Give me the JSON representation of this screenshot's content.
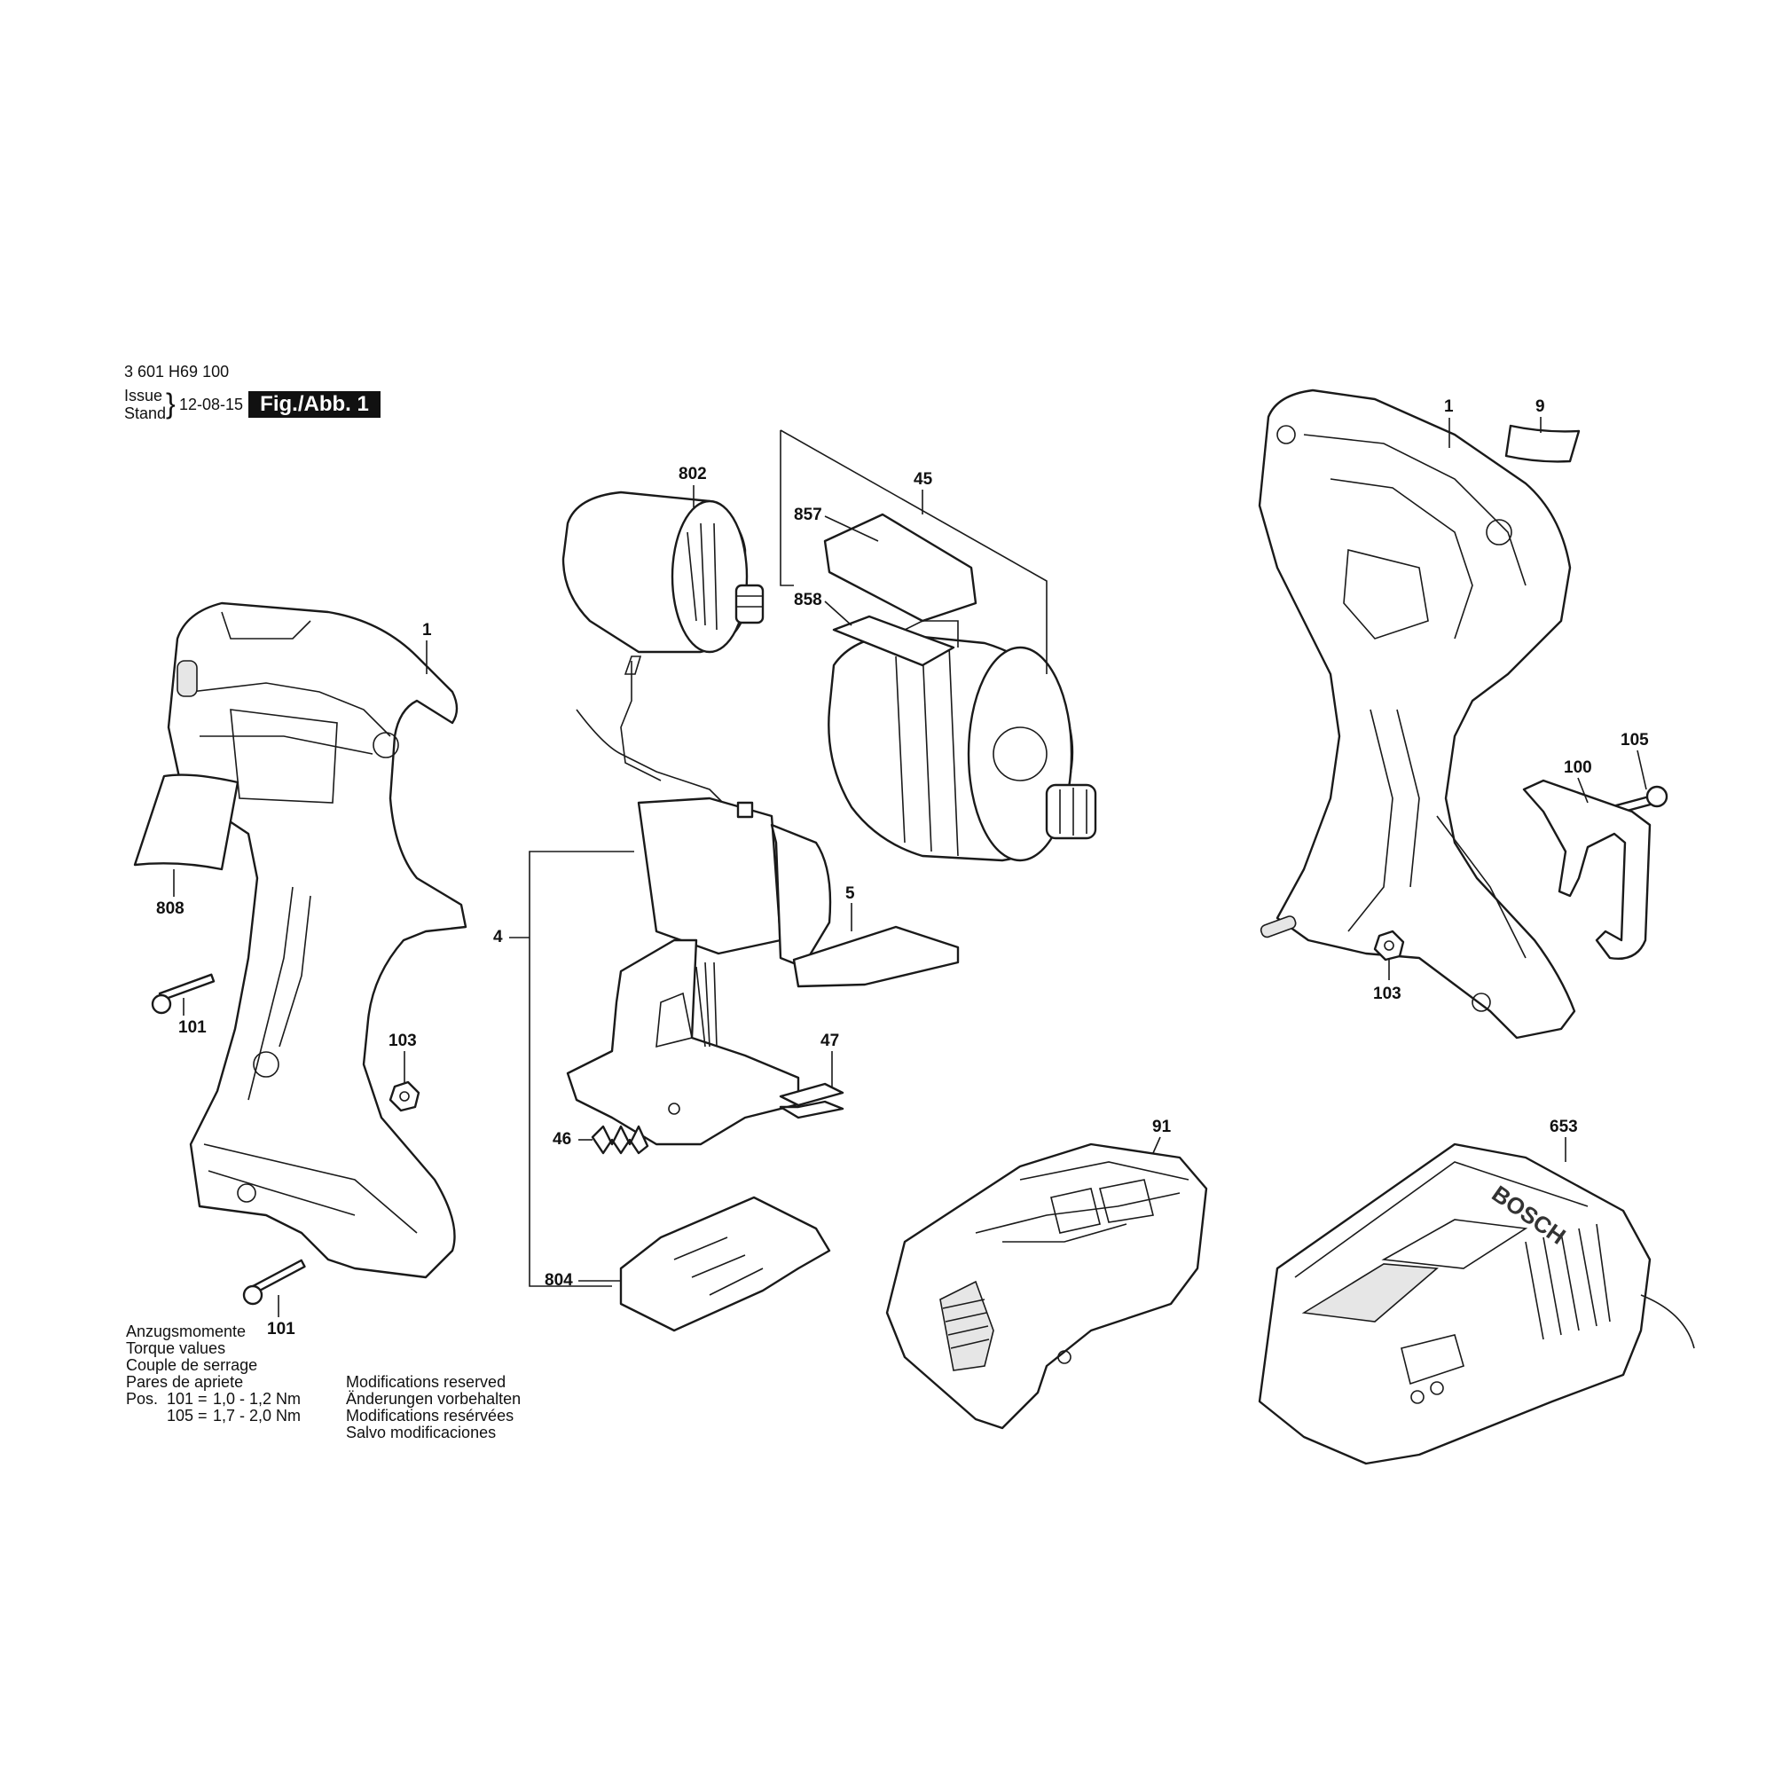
{
  "header": {
    "part_number": "3 601 H69 100",
    "issue_label": "Issue",
    "stand_label": "Stand",
    "brace": "}",
    "date": "12-08-15",
    "figure_label": "Fig./Abb. 1"
  },
  "callouts": {
    "c1_left": "1",
    "c808": "808",
    "c101_upper": "101",
    "c103_left": "103",
    "c101_lower": "101",
    "c802": "802",
    "c45": "45",
    "c857": "857",
    "c858": "858",
    "c4": "4",
    "c5": "5",
    "c47": "47",
    "c46": "46",
    "c804": "804",
    "c1_right": "1",
    "c9": "9",
    "c105": "105",
    "c100": "100",
    "c103_right": "103",
    "c91": "91",
    "c653": "653"
  },
  "torque": {
    "lines": [
      "Anzugsmomente",
      "Torque values",
      "Couple de serrage",
      "Pares de apriete"
    ],
    "pos_label": "Pos.",
    "rows": [
      {
        "pos": "101",
        "eq": "=",
        "value": "1,0 - 1,2 Nm"
      },
      {
        "pos": "105",
        "eq": "=",
        "value": "1,7 - 2,0 Nm"
      }
    ]
  },
  "modifications": {
    "lines": [
      "Modifications reserved",
      "Änderungen vorbehalten",
      "Modifications resérvées",
      "Salvo modificaciones"
    ]
  },
  "charger_brand": "BOSCH"
}
